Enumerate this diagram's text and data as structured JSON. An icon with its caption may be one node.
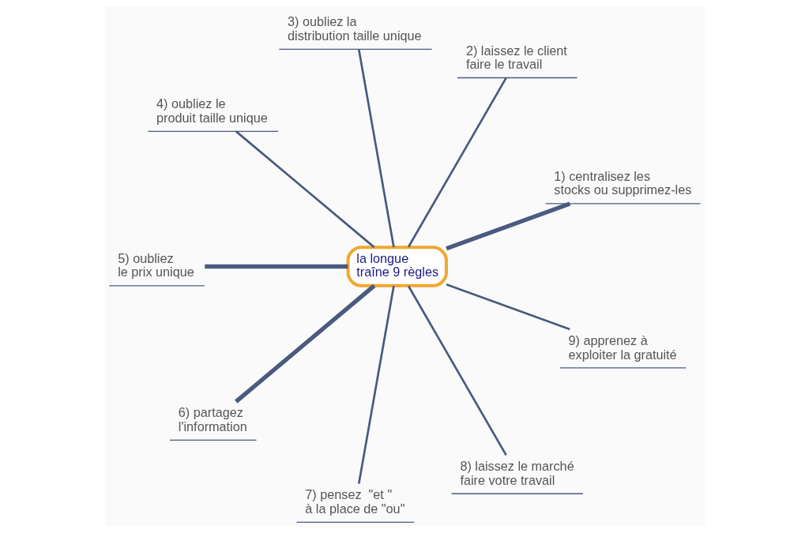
{
  "diagram": {
    "nodes": [
      {
        "text": [
          "la longue traîne 9 règles"
        ]
      },
      {
        "text": [
          "1) centralisez les stocks ou supprimez-les"
        ]
      },
      {
        "text": [
          "2) laissez le client faire le travail"
        ]
      },
      {
        "text": [
          "3) oubliez la distribution taille unique"
        ]
      },
      {
        "text": [
          "4) oubliez le produit taille unique"
        ]
      },
      {
        "text": [
          "5) oubliez le prix unique"
        ]
      },
      {
        "text": [
          "6) partagez l'information"
        ]
      },
      {
        "text": [
          "7) pensez  \"et \" à la place de \"ou\""
        ]
      },
      {
        "text": [
          "8) laissez le marché faire votre travail"
        ]
      },
      {
        "text": [
          "9) apprenez à exploiter la gratuité"
        ]
      }
    ],
    "edges": [
      {
        "from": 0,
        "to": 1,
        "arrow": "none",
        "style": "thick"
      },
      {
        "from": 0,
        "to": 2,
        "arrow": "none"
      },
      {
        "from": 0,
        "to": 3,
        "arrow": "none"
      },
      {
        "from": 0,
        "to": 4,
        "arrow": "none"
      },
      {
        "from": 0,
        "to": 5,
        "arrow": "none",
        "style": "thick"
      },
      {
        "from": 0,
        "to": 6,
        "arrow": "none",
        "style": "thick"
      },
      {
        "from": 0,
        "to": 7,
        "arrow": "none"
      },
      {
        "from": 0,
        "to": 8,
        "arrow": "none"
      },
      {
        "from": 0,
        "to": 9,
        "arrow": "none"
      }
    ]
  }
}
